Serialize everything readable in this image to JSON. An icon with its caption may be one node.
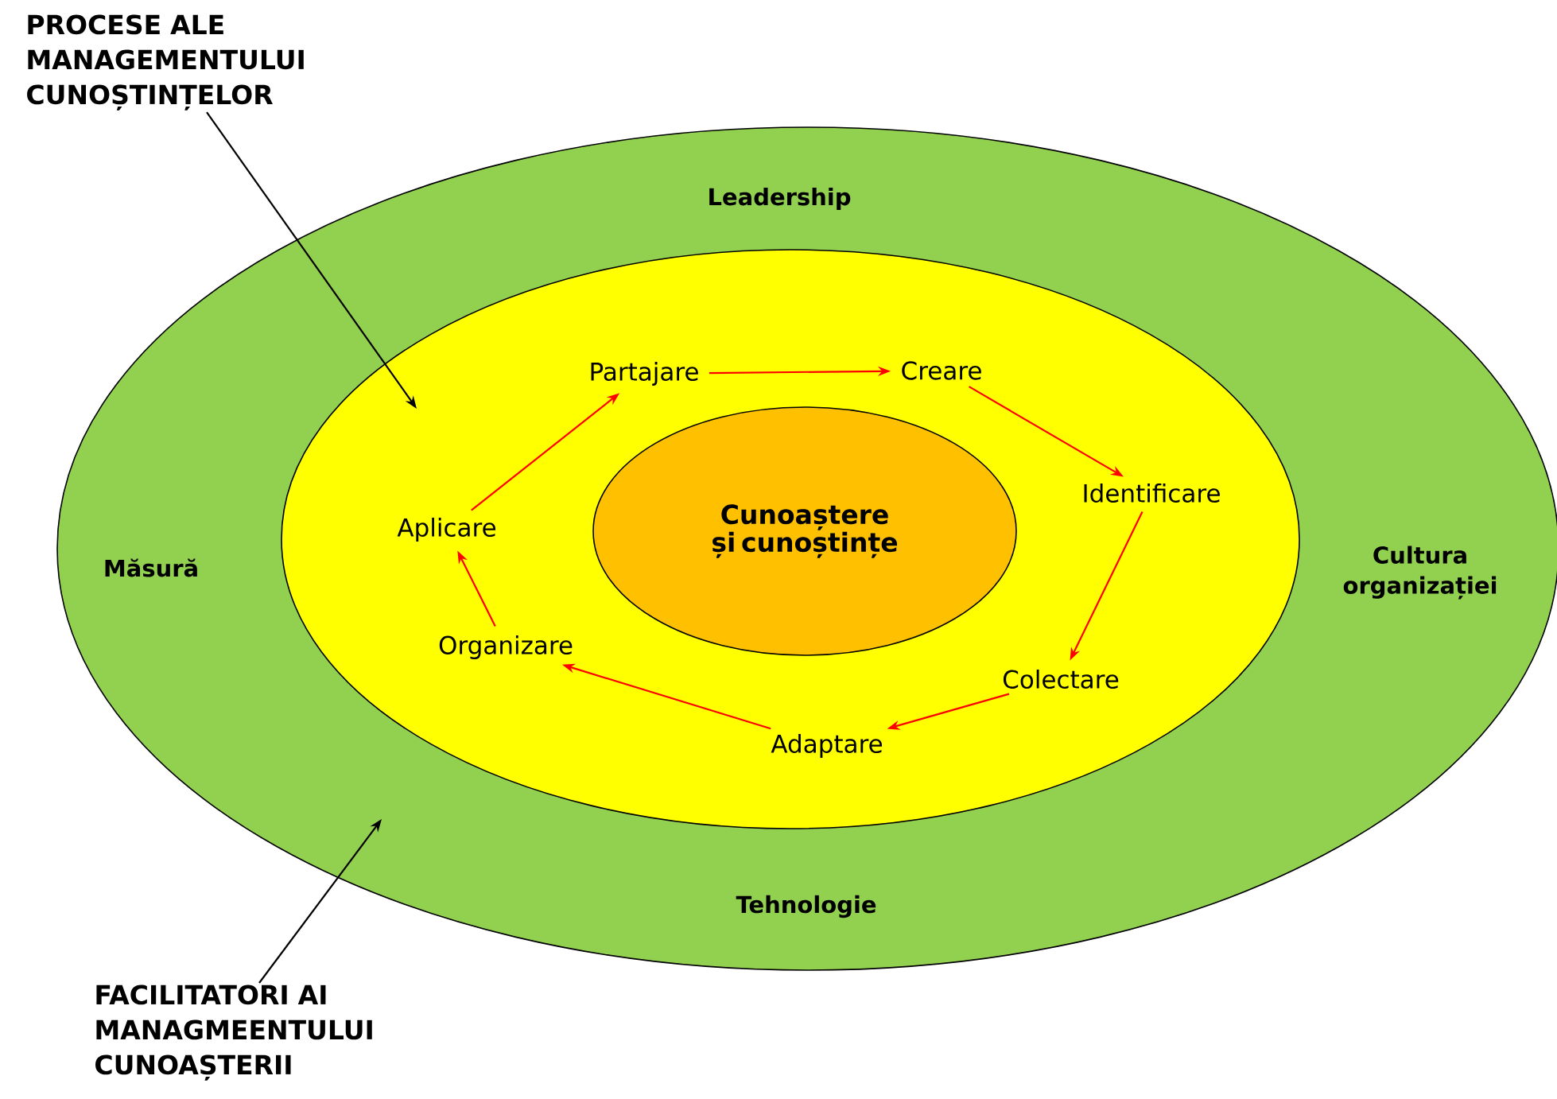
{
  "diagram": {
    "nodes": [
      {
        "text": [
          "Leadership",
          "Măsură",
          "Cultura organizației",
          "Tehnologie"
        ]
      },
      {
        "text": [],
        "shape": "ellipse",
        "in": 0
      },
      {
        "text": [
          "Cunoaștere și cunoștințe"
        ],
        "in": 1
      },
      {
        "text": [
          "Partajare"
        ],
        "in": 1
      },
      {
        "text": [
          "Creare"
        ],
        "in": 1
      },
      {
        "text": [
          "Identificare"
        ],
        "in": 1
      },
      {
        "text": [
          "Colectare"
        ],
        "in": 1
      },
      {
        "text": [
          "Adaptare"
        ],
        "in": 1
      },
      {
        "text": [
          "Organizare"
        ],
        "in": 1
      },
      {
        "text": [
          "Aplicare"
        ],
        "in": 1
      },
      {
        "text": [
          "PROCESE ALE MANAGEMENTULUI CUNOȘTINȚELOR"
        ]
      },
      {
        "text": [
          "FACILITATORI AI MANAGMEENTULUI CUNOAȘTERII"
        ]
      }
    ],
    "edges": [
      {
        "from": 3,
        "to": 4,
        "arrow": "to"
      },
      {
        "from": 4,
        "to": 5,
        "arrow": "to"
      },
      {
        "from": 5,
        "to": 6,
        "arrow": "to"
      },
      {
        "from": 6,
        "to": 7,
        "arrow": "to"
      },
      {
        "from": 7,
        "to": 8,
        "arrow": "to"
      },
      {
        "from": 8,
        "to": 9,
        "arrow": "to"
      },
      {
        "from": 9,
        "to": 3,
        "arrow": "to"
      },
      {
        "from": 10,
        "to": 1,
        "arrow": "to",
        "color": "#000000"
      },
      {
        "from": 11,
        "to": 0,
        "arrow": "to",
        "color": "#000000"
      }
    ]
  }
}
